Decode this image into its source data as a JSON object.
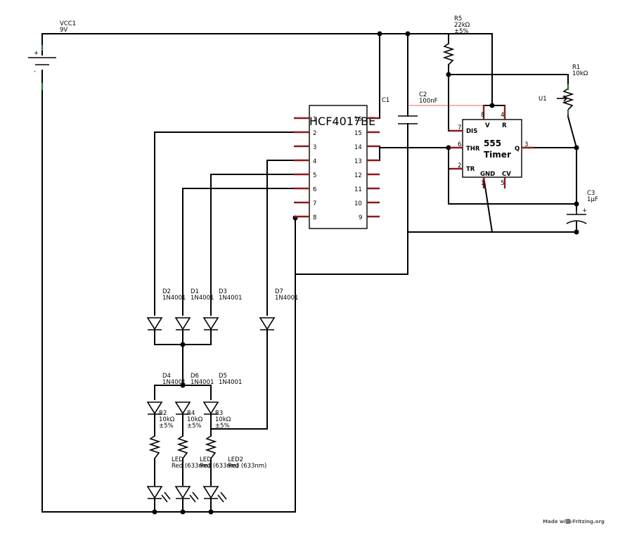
{
  "battery": {
    "name": "VCC1",
    "value": "9V",
    "plus": "+",
    "minus": "-"
  },
  "ic4017": {
    "title": "HCF4017BE",
    "left_pins": [
      "1",
      "2",
      "3",
      "4",
      "5",
      "6",
      "7",
      "8"
    ],
    "right_pins": [
      "16",
      "15",
      "14",
      "13",
      "12",
      "11",
      "10",
      "9"
    ]
  },
  "timer555": {
    "title1": "555",
    "title2": "Timer",
    "pins": {
      "v": "V",
      "r": "R",
      "dis": "DIS",
      "thr": "THR",
      "tr": "TR",
      "q": "Q",
      "gnd": "GND",
      "cv": "CV",
      "n8": "8",
      "n4": "4",
      "n7": "7",
      "n6": "6",
      "n2": "2",
      "n3": "3",
      "n1": "1",
      "n5": "5"
    }
  },
  "resistors": {
    "r5": {
      "name": "R5",
      "value": "22kΩ",
      "tol": "±5%"
    },
    "r1": {
      "name": "R1",
      "value": "10kΩ"
    },
    "r2": {
      "name": "R2",
      "value": "10kΩ",
      "tol": "±5%"
    },
    "r4": {
      "name": "R4",
      "value": "10kΩ",
      "tol": "±5%"
    },
    "r3": {
      "name": "R3",
      "value": "10kΩ",
      "tol": "±5%"
    }
  },
  "pot": {
    "name": "U1"
  },
  "capacitors": {
    "c1": {
      "name": "C1"
    },
    "c2": {
      "name": "C2",
      "value": "100nF"
    },
    "c3": {
      "name": "C3",
      "value": "1µF",
      "plus": "+"
    }
  },
  "diodes": {
    "d2": {
      "name": "D2",
      "part": "1N4001"
    },
    "d1": {
      "name": "D1",
      "part": "1N4001"
    },
    "d3": {
      "name": "D3",
      "part": "1N4001"
    },
    "d7": {
      "name": "D7",
      "part": "1N4001"
    },
    "d4": {
      "name": "D4",
      "part": "1N4001"
    },
    "d6": {
      "name": "D6",
      "part": "1N4001"
    },
    "d5": {
      "name": "D5",
      "part": "1N4001"
    }
  },
  "leds": {
    "led_a": {
      "name": "LED",
      "value": "Red (633nm)"
    },
    "led_b": {
      "name": "LED",
      "value": "Red (633nm)"
    },
    "led2": {
      "name": "LED2",
      "value": "Red (633nm)"
    }
  },
  "footer": {
    "made_with": "Made with",
    "brand": "Fritzing.org"
  }
}
